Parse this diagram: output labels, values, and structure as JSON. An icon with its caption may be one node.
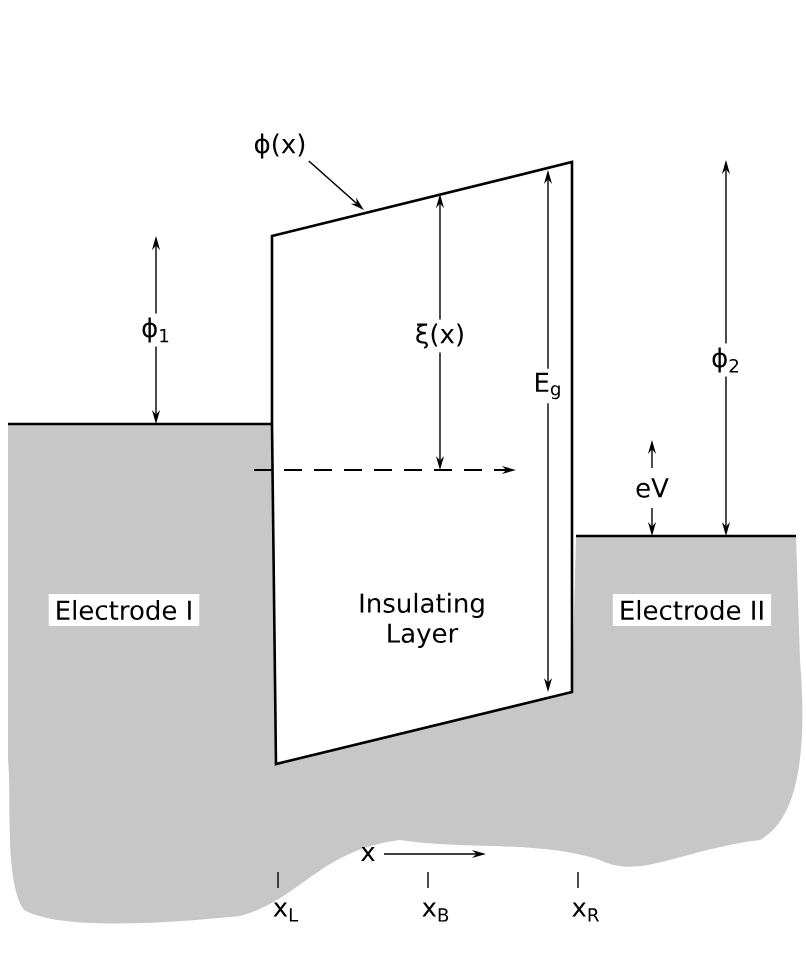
{
  "diagram": {
    "nodes": [
      {
        "text": [
          "Insulating Layer"
        ]
      },
      {
        "text": [
          "ϕ(x)"
        ]
      }
    ],
    "edges": [
      {
        "from": 1,
        "to": 0,
        "arrow": "to"
      }
    ],
    "labels": [
      "ϕ$_{1}$",
      "ξ(x)",
      "E$_{g}$",
      "ϕ$_{2}$",
      "eV",
      "Electrode I",
      "Electrode II",
      "x",
      "x$_{L}$",
      "x$_{B}$",
      "x$_{R}$"
    ]
  }
}
